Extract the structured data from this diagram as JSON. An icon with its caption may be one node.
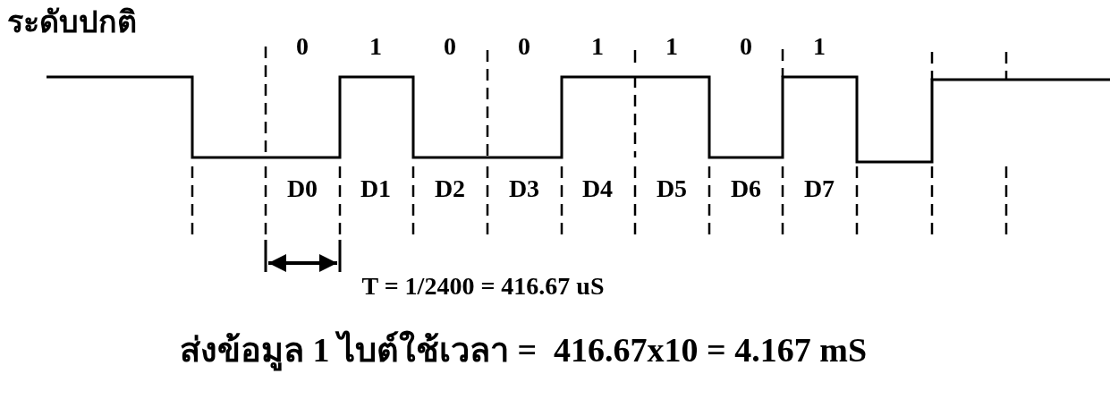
{
  "diagram": {
    "labels": [
      "ระดับปกติ",
      "0",
      "1",
      "0",
      "0",
      "1",
      "1",
      "0",
      "1",
      "D0",
      "D1",
      "D2",
      "D3",
      "D4",
      "D5",
      "D6",
      "D7",
      "T = 1/2400 = 416.67 uS",
      "ส่งข้อมูล 1 ไบต์ใช้เวลา =  416.67x10 = 4.167 mS"
    ]
  }
}
